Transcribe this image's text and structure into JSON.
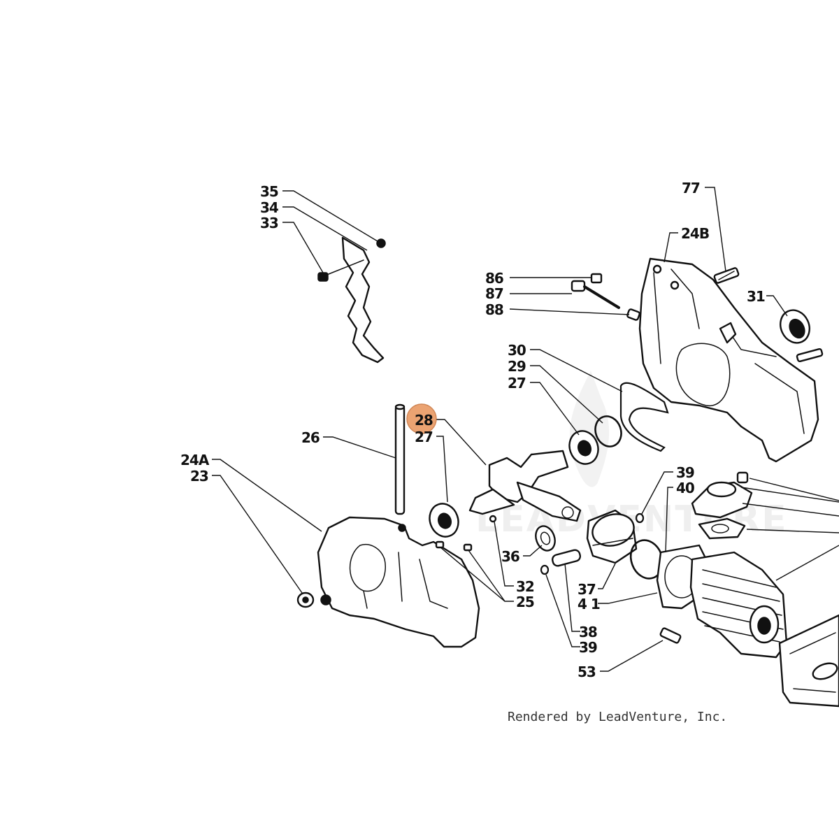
{
  "callouts": {
    "c35": "35",
    "c34": "34",
    "c33": "33",
    "c77": "77",
    "c24B": "24B",
    "c86": "86",
    "c87": "87",
    "c88": "88",
    "c31": "31",
    "c30": "30",
    "c29": "29",
    "c27a": "27",
    "c28": "28",
    "c27b": "27",
    "c26": "26",
    "c24A": "24A",
    "c23": "23",
    "c39a": "39",
    "c40": "40",
    "c36": "36",
    "c32": "32",
    "c25": "25",
    "c37": "37",
    "c41": "4 1",
    "c38": "38",
    "c39b": "39",
    "c53": "53"
  },
  "highlight": {
    "callout": "28",
    "color": "#e8935a"
  },
  "watermark": "LEADVENTURE",
  "credit": "Rendered by LeadVenture, Inc."
}
